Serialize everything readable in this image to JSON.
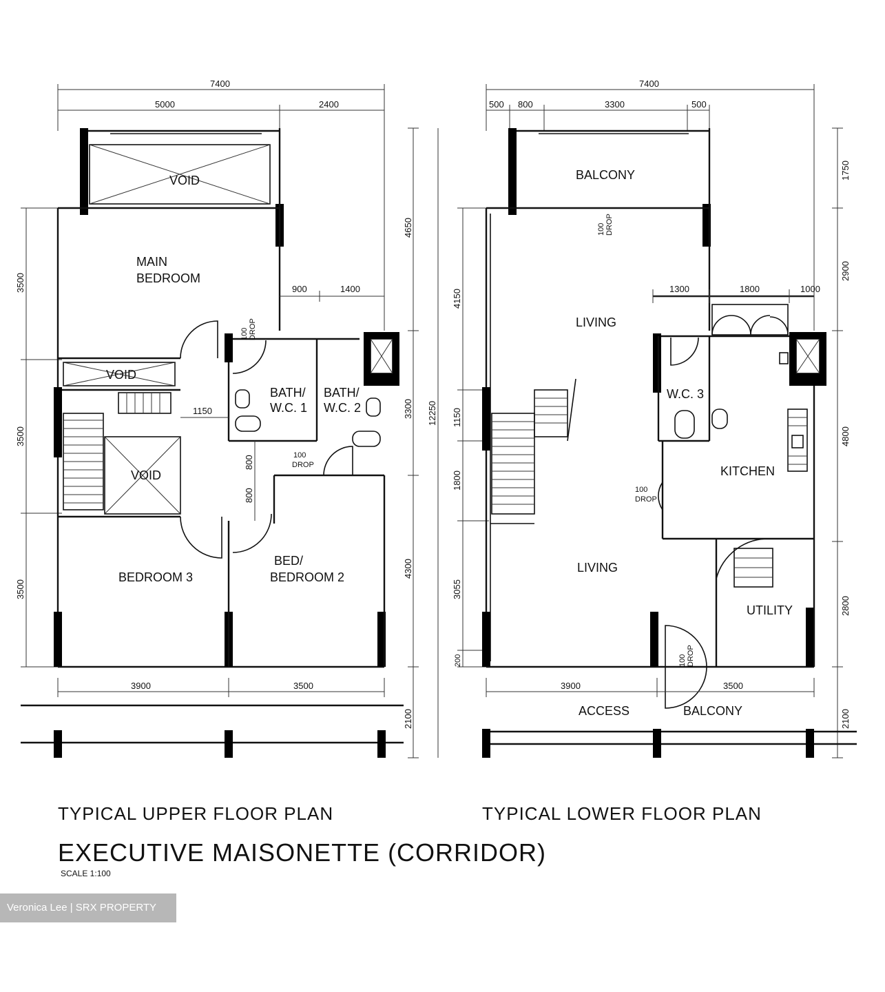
{
  "upper": {
    "dims": {
      "total_w": "7400",
      "w1": "5000",
      "w2": "2400",
      "h1": "3500",
      "h2": "3500",
      "h3": "3500",
      "r1": "4650",
      "r2": "3300",
      "r3": "4300",
      "b1": "3900",
      "b2": "3500",
      "c900": "900",
      "c1400": "1400",
      "c1150": "1150",
      "c800a": "800",
      "c800b": "800",
      "overall": "12250",
      "corridor": "2100"
    },
    "rooms": {
      "void_top": "VOID",
      "main_bedroom_1": "MAIN",
      "main_bedroom_2": "BEDROOM",
      "void_mid": "VOID",
      "void_stair": "VOID",
      "bath1_a": "BATH/",
      "bath1_b": "W.C. 1",
      "bath2_a": "BATH/",
      "bath2_b": "W.C. 2",
      "bedroom3": "BEDROOM 3",
      "bedroom2_a": "BED/",
      "bedroom2_b": "BEDROOM 2",
      "drop_a_1": "100",
      "drop_a_2": "DROP",
      "drop_b_1": "100",
      "drop_b_2": "DROP"
    },
    "caption": "TYPICAL UPPER FLOOR PLAN"
  },
  "lower": {
    "dims": {
      "total_w": "7400",
      "d500a": "500",
      "d800": "800",
      "d3300": "3300",
      "d500b": "500",
      "l4150": "4150",
      "l1150": "1150",
      "l1800": "1800",
      "l3055": "3055",
      "l200": "200",
      "r1750": "1750",
      "r2900": "2900",
      "r4800": "4800",
      "r2800": "2800",
      "r2100": "2100",
      "c1300": "1300",
      "c1800": "1800",
      "c1000": "1000",
      "b1": "3900",
      "b2": "3500"
    },
    "rooms": {
      "balcony": "BALCONY",
      "living": "LIVING",
      "wc3": "W.C. 3",
      "kitchen": "KITCHEN",
      "dining": "LIVING",
      "utility": "UTILITY",
      "access": "ACCESS",
      "access_balcony": "BALCONY",
      "drop_a_1": "100",
      "drop_a_2": "DROP",
      "drop_b_1": "100",
      "drop_b_2": "DROP",
      "drop_c_1": "100",
      "drop_c_2": "DROP"
    },
    "caption": "TYPICAL LOWER FLOOR PLAN"
  },
  "title": "EXECUTIVE MAISONETTE (CORRIDOR)",
  "scale": "SCALE 1:100",
  "watermark": "Veronica Lee | SRX PROPERTY"
}
